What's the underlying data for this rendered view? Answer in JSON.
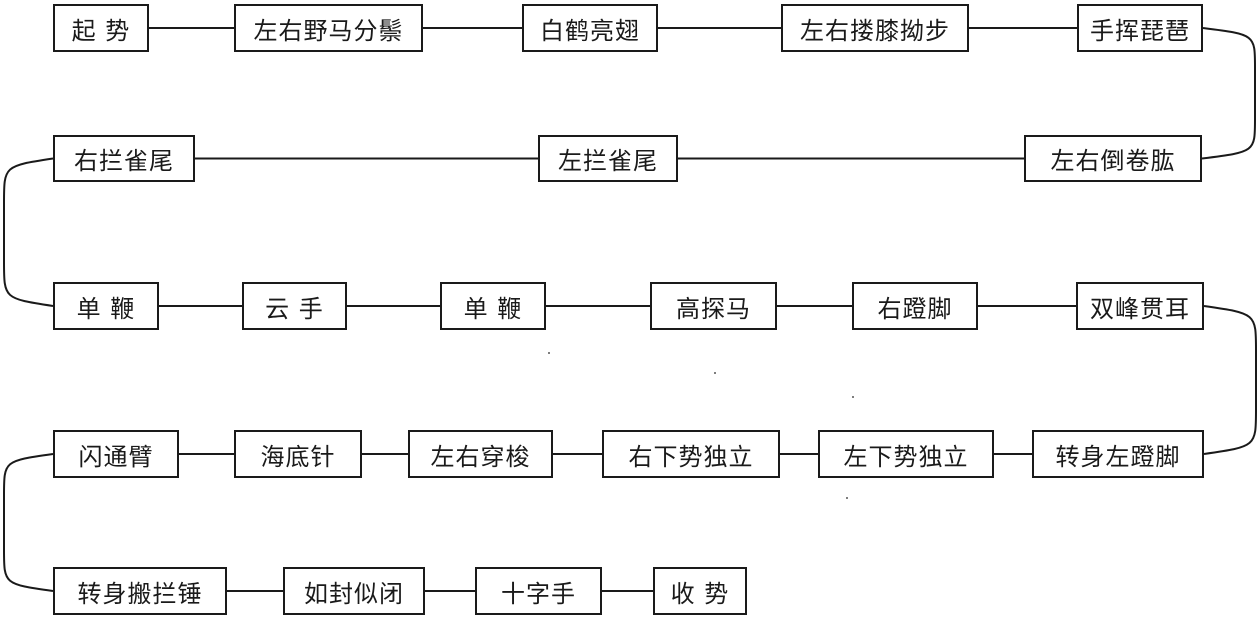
{
  "diagram": {
    "rows": [
      {
        "direction": "left-to-right",
        "steps": [
          "起  势",
          "左右野马分鬃",
          "白鹤亮翅",
          "左右搂膝拗步",
          "手挥琵琶"
        ]
      },
      {
        "direction": "right-to-left",
        "steps": [
          "左右倒卷肱",
          "左拦雀尾",
          "右拦雀尾"
        ]
      },
      {
        "direction": "left-to-right",
        "steps": [
          "单  鞭",
          "云  手",
          "单  鞭",
          "高探马",
          "右蹬脚",
          "双峰贯耳"
        ]
      },
      {
        "direction": "right-to-left",
        "steps": [
          "转身左蹬脚",
          "左下势独立",
          "右下势独立",
          "左右穿梭",
          "海底针",
          "闪通臂"
        ]
      },
      {
        "direction": "left-to-right",
        "steps": [
          "转身搬拦锤",
          "如封似闭",
          "十字手",
          "收  势"
        ]
      }
    ],
    "line_color": "#1a1a1a",
    "box_border_color": "#1a1a1a",
    "background_color": "#ffffff"
  }
}
